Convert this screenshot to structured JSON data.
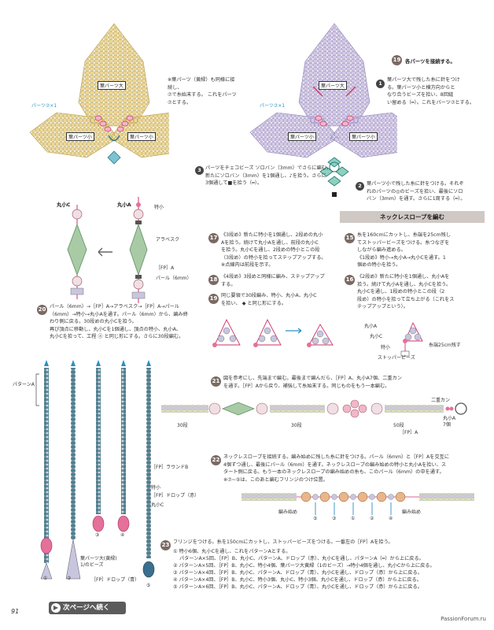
{
  "top_left_diagram": {
    "note": "※葉パーツ（黄緑）も同様に接続し、\n⑦で糸始末する。 これをパーツ\n⑦とする。",
    "leaf_big": "葉パーツ大",
    "leaf_small_left": "葉パーツ小",
    "leaf_small_right": "葉パーツ小",
    "part_label": "パーツ⑦×1"
  },
  "top_right_diagram": {
    "leaf_big": "葉パーツ大",
    "leaf_small_left": "葉パーツ小",
    "leaf_small_right": "葉パーツ小",
    "part_label": "パーツ⑦×1",
    "step3_num": "3",
    "step3_text": "パーツをチェコビーズ ソロバン（3mm）でさらに編む。\n新たにソロバン（3mm）を1個通し、♪を拾う。さらに\n3個通して■を拾う（━）。",
    "step2_num": "2",
    "step2_text": "葉パーツ小で残した糸に針をつける。それぞ\nれのパーツの◎のビーズを拾い、最後にソロ\nバン（3mm）を通す。さらに1周する（━）。"
  },
  "step19_top": {
    "num": "19",
    "title": "各パーツを接続する。",
    "sub1_num": "1",
    "sub1_text": "葉パーツ大で残した糸に針をつけ\nる。葉パーツ小と横方向からと\nなり合うビーズを拾い、8回縫\nい留める（━）。これをパーツ⑦とする。"
  },
  "left_pendant": {
    "labels": {
      "c_top": "丸小C",
      "a_top": "丸小A",
      "toku_small": "特小",
      "arabesque": "アラベスク",
      "fp_a": "［FP］A",
      "pearl": "パール（6mm）"
    }
  },
  "step20": {
    "num": "20",
    "text": "パール（6mm）→［FP］A→アラベスク→［FP］A→パール\n（6mm）→特小→丸小Aを通す。パール（6mm）から、編み終\nわり側に戻る。30段めの丸小Cを拾う。\n再び頂点に移動し、丸小Cを1個通し、頂点の特小、丸小A、\n丸小Cを拾って、工程 ⓐ と同じ形にする。さらに30段編む。"
  },
  "step17": {
    "num": "17",
    "text": "《3段め》新たに特小を1個通し、2段めの丸小\nAを拾う。続けて丸小Aを通し、前段の丸小C\nを拾う。丸小Cを通し、2段めの特小とこの段\n（3段め）の特小を拾ってステップアップする。\n※点線内は前段を示す。"
  },
  "step18": {
    "num": "18",
    "text": "《4段め》3段めと同様に編み、ステップアップ\nする。"
  },
  "step19": {
    "num": "19",
    "text": "同じ要領で30段編み、特小、丸小A、丸小C\nを拾い、 ◆ と同じ形にする。"
  },
  "necklace_header": "ネックレスロープを編む",
  "step15": {
    "num": "15",
    "text": "糸を160cmにカットし、糸端を25cm残し\nてストッパービーズをつける。糸つなぎを\nしながら編み進める。\n《1段め》特小→丸小A→丸小Cを通す。1\n個めの特小を拾う。"
  },
  "step16": {
    "num": "16",
    "text": "《2段め》新たに特小を1個通し、丸小Aを\n拾う。続けて丸小Aを通し、丸小Cを拾う。\n丸小Cを通し、1段めの特小とこの段（2\n段め）の特小を拾って立ち上がる（これをス\nテップアップという）。"
  },
  "rope_diagram": {
    "label_a": "丸小A",
    "label_c": "丸小C",
    "label_toku": "特小",
    "label_end": "糸端25cm残す",
    "label_stopper": "ストッパービーズ"
  },
  "pattern_labels": {
    "pattern_a": "パターンA",
    "fp_round_b": "［FP］ラウンドB",
    "toku": "特小",
    "fp_drop_red": "［FP］ドロップ（赤）",
    "maru_c": "丸小C",
    "leaf_seed": "葉パーツ大(黄緑)\n1/のビーズ",
    "fp_drop_blue": "［FP］ドロップ（青）",
    "circ": [
      "①",
      "②",
      "③",
      "④",
      "⑤"
    ]
  },
  "step21": {
    "num": "21",
    "text": "図を参考にし、先端まで編む。最後まで編んだら、［FP］A、丸小A7個、二重カン\nを通す。［FP］Aから戻り、補強して糸始末する。同じものをもう一本編む。",
    "label_30a": "30段",
    "label_30b": "30段",
    "label_50": "50段",
    "label_fpa": "［FP］A",
    "label_ring": "二重カン",
    "label_a7": "丸小A\n7個"
  },
  "step22": {
    "num": "22",
    "text": "ネックレスロープを接続する。編み始めに残した糸に針をつける。パール（6mm）と［FP］Aを交互に\n4個ずつ通し、最後にパール（6mm）を通す。ネックレスロープの編み始めの特小と丸小Aを拾い、ス\nタート側に戻る。もう一本のネックレスロープの編み始めの糸も、このパール（6mm）の中を通す。\n※⑦~⑤は、このあと編むフリンジのつけ位置。",
    "label_start_left": "編み始め",
    "label_start_right": "編み始め",
    "positions": [
      "⑤",
      "③",
      "①",
      "②",
      "④"
    ]
  },
  "step23": {
    "num": "23",
    "text": "フリンジをつける。糸を150cmにカットし、ストッパービーズをつける。一番左の［FP］Aを拾う。",
    "lines": [
      "① 特小6個、丸小Cを通し、これをパターンAとする。",
      "パターンA×5回、［FP］B、丸小C、パターンA、ドロップ（赤）、丸小Cを通し、パターンA（━）から上に戻る。",
      "② パターンA×5回、［FP］B、丸小C、特小4個、葉パーツ大黄緑（1のビーズ）→特小4個を通し、丸小Cから上に戻る。",
      "③ パターンA×4回、［FP］B、丸小C、パターンA、ドロップ（青）、丸小Cを通し、ドロップ（赤）から上に戻る。",
      "④ パターンA×4回、［FP］B、丸小C、特小3個、丸小C、特小3個、丸小Cを通し、ドロップ（赤）から上に戻る。",
      "⑤ パターンA×6回、［FP］B、丸小C、パターンA、ドロップ（青）、丸小Cを通し、ドロップ（赤）から上に戻る。"
    ]
  },
  "footer": {
    "page_number": "91",
    "next_button": "次ページへ続く",
    "watermark": "PassionForum.ru"
  },
  "colors": {
    "gold_bead": "#e6d08a",
    "lilac_bead": "#c9bde0",
    "pink": "#e5709a",
    "teal": "#2b7a86",
    "leaf_green": "#a7c9a2"
  }
}
